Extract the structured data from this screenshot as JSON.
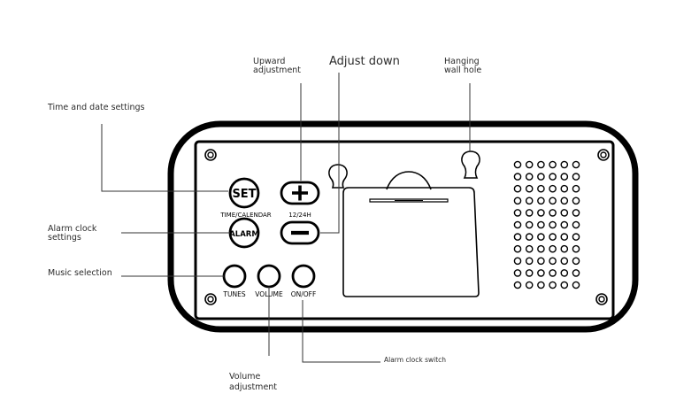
{
  "callouts": {
    "time_date": "Time and date settings",
    "alarm_settings_1": "Alarm clock",
    "alarm_settings_2": "settings",
    "music": "Music selection",
    "upward_1": "Upward",
    "upward_2": "adjustment",
    "adjust_down": "Adjust down",
    "hanging_1": "Hanging",
    "hanging_2": "wall hole",
    "volume_1": "Volume",
    "volume_2": "adjustment",
    "alarm_switch": "Alarm clock switch"
  },
  "buttons": {
    "set": "SET",
    "alarm": "ALARM",
    "plus": "+",
    "minus": "−"
  },
  "labels": {
    "time_calendar": "TIME/CALENDAR",
    "mode_12_24": "12/24H",
    "tunes": "TUNES",
    "volume": "VOLUME",
    "on_off": "ON/OFF"
  },
  "colors": {
    "stroke": "#000000",
    "leader": "#333333",
    "text": "#2b2b2b"
  }
}
